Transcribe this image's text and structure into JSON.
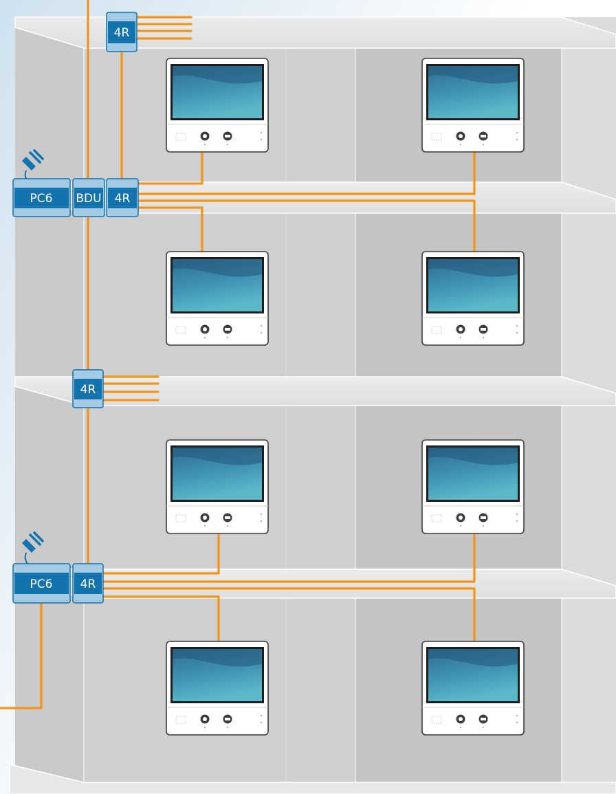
{
  "modules": {
    "pc6_upper": "PC6",
    "bdu": "BDU",
    "r4_top": "4R",
    "r4_upper": "4R",
    "r4_mid": "4R",
    "pc6_lower": "PC6",
    "r4_lower": "4R"
  },
  "colors": {
    "cable": "#f39416",
    "module_blue": "#1273ad",
    "module_light": "#a3cbe6",
    "wall": "#d4d4d4",
    "wall_dark": "#c3c3c3",
    "floor_slab": "#e4e4e4"
  },
  "monitors": [
    {
      "id": "monitor-top-left"
    },
    {
      "id": "monitor-top-right"
    },
    {
      "id": "monitor-upper-left"
    },
    {
      "id": "monitor-upper-right"
    },
    {
      "id": "monitor-lower-left"
    },
    {
      "id": "monitor-lower-right"
    },
    {
      "id": "monitor-bottom-left"
    },
    {
      "id": "monitor-bottom-right"
    }
  ]
}
